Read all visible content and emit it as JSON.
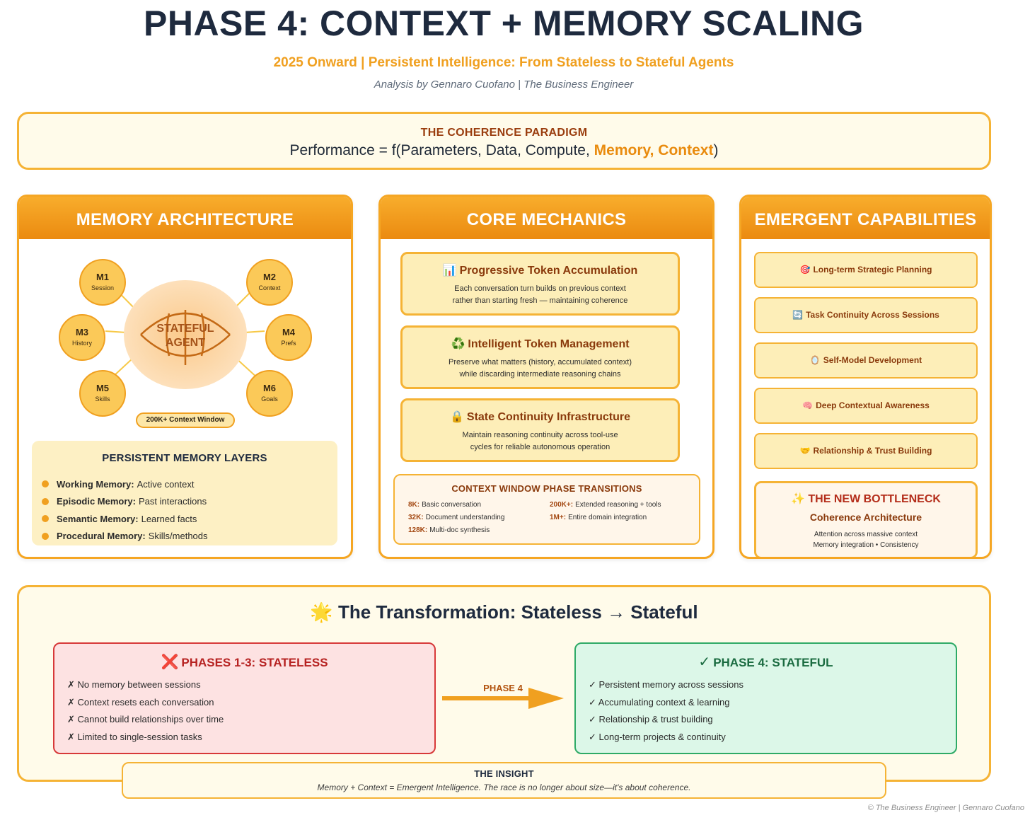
{
  "header": {
    "title": "PHASE 4: CONTEXT + MEMORY SCALING",
    "subtitle": "2025 Onward | Persistent Intelligence: From Stateless to Stateful Agents",
    "byline": "Analysis by Gennaro Cuofano | The Business Engineer"
  },
  "coherence": {
    "label": "THE COHERENCE PARADIGM",
    "formula_prefix": "Performance = f(Parameters, Data, Compute, ",
    "formula_highlight": "Memory, Context",
    "formula_suffix": ")"
  },
  "memory_architecture": {
    "title": "MEMORY ARCHITECTURE",
    "agent_label_line1": "STATEFUL",
    "agent_label_line2": "AGENT",
    "nodes": [
      {
        "code": "M1",
        "name": "Session"
      },
      {
        "code": "M2",
        "name": "Context"
      },
      {
        "code": "M3",
        "name": "History"
      },
      {
        "code": "M4",
        "name": "Prefs"
      },
      {
        "code": "M5",
        "name": "Skills"
      },
      {
        "code": "M6",
        "name": "Goals"
      }
    ],
    "context_window": "200K+ Context Window",
    "layers_title": "PERSISTENT MEMORY LAYERS",
    "layers": [
      {
        "name": "Working Memory:",
        "desc": "Active context"
      },
      {
        "name": "Episodic Memory:",
        "desc": "Past interactions"
      },
      {
        "name": "Semantic Memory:",
        "desc": "Learned facts"
      },
      {
        "name": "Procedural Memory:",
        "desc": "Skills/methods"
      }
    ]
  },
  "core_mechanics": {
    "title": "CORE MECHANICS",
    "cards": [
      {
        "icon": "📊",
        "title": "Progressive Token Accumulation",
        "line1": "Each conversation turn builds on previous context",
        "line2": "rather than starting fresh — maintaining coherence"
      },
      {
        "icon": "♻️",
        "title": "Intelligent Token Management",
        "line1": "Preserve what matters (history, accumulated context)",
        "line2": "while discarding intermediate reasoning chains"
      },
      {
        "icon": "🔒",
        "title": "State Continuity Infrastructure",
        "line1": "Maintain reasoning continuity across tool-use",
        "line2": "cycles for reliable autonomous operation"
      }
    ],
    "transitions_title": "CONTEXT WINDOW PHASE TRANSITIONS",
    "transitions": [
      {
        "k": "8K:",
        "v": "Basic conversation"
      },
      {
        "k": "200K+:",
        "v": "Extended reasoning + tools"
      },
      {
        "k": "32K:",
        "v": "Document understanding"
      },
      {
        "k": "1M+:",
        "v": "Entire domain integration"
      },
      {
        "k": "128K:",
        "v": "Multi-doc synthesis"
      }
    ]
  },
  "emergent": {
    "title": "EMERGENT CAPABILITIES",
    "items": [
      {
        "icon": "🎯",
        "label": "Long-term Strategic Planning"
      },
      {
        "icon": "🔄",
        "label": "Task Continuity Across Sessions"
      },
      {
        "icon": "🪞",
        "label": "Self-Model Development"
      },
      {
        "icon": "🧠",
        "label": "Deep Contextual Awareness"
      },
      {
        "icon": "🤝",
        "label": "Relationship & Trust Building"
      }
    ],
    "bottleneck_icon": "✨",
    "bottleneck_title": "THE NEW BOTTLENECK",
    "bottleneck_sub": "Coherence Architecture",
    "bottleneck_line1": "Attention across massive context",
    "bottleneck_line2": "Memory integration • Consistency"
  },
  "transformation": {
    "icon": "🌟",
    "title": "The Transformation: Stateless → Stateful",
    "stateless_icon": "❌",
    "stateless_title": "PHASES 1-3: STATELESS",
    "stateless_items": [
      "✗ No memory between sessions",
      "✗ Context resets each conversation",
      "✗ Cannot build relationships over time",
      "✗ Limited to single-session tasks"
    ],
    "arrow_label": "PHASE 4",
    "stateful_icon": "✓",
    "stateful_title": "PHASE 4: STATEFUL",
    "stateful_items": [
      "✓ Persistent memory across sessions",
      "✓ Accumulating context & learning",
      "✓ Relationship & trust building",
      "✓ Long-term projects & continuity"
    ]
  },
  "insight": {
    "title": "THE INSIGHT",
    "text": "Memory + Context = Emergent Intelligence. The race is no longer about size—it's about coherence."
  },
  "footer": "© The Business Engineer | Gennaro Cuofano",
  "colors": {
    "accent": "#f5a623",
    "title_dark": "#1e2a3e",
    "stateless_red": "#d73939",
    "stateful_green": "#2eaa66"
  }
}
